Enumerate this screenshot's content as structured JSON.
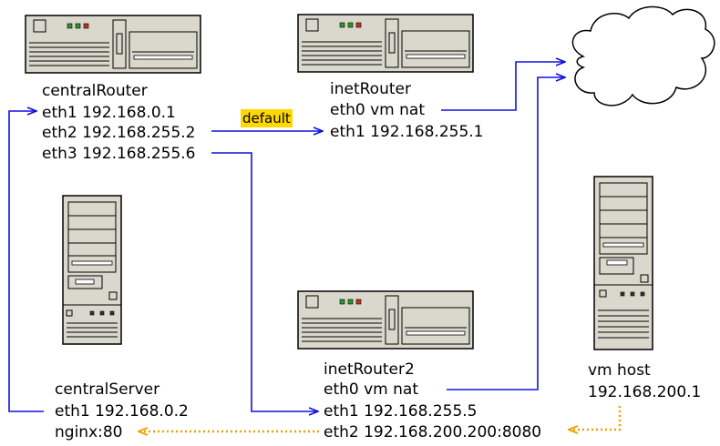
{
  "colors": {
    "link": "#1010e0",
    "dotted_link": "#f0a000",
    "tag_bg": "#ffd800",
    "device_fill": "#dad8cc",
    "device_stroke": "#000000"
  },
  "nodes": {
    "central_router": {
      "name": "centralRouter",
      "lines": [
        "eth1 192.168.0.1",
        "eth2 192.168.255.2",
        "eth3 192.168.255.6"
      ]
    },
    "inet_router": {
      "name": "inetRouter",
      "lines": [
        "eth0 vm nat",
        "eth1 192.168.255.1"
      ]
    },
    "inet_router2": {
      "name": "inetRouter2",
      "lines": [
        "eth0 vm nat",
        "eth1 192.168.255.5",
        "eth2 192.168.200.200:8080"
      ]
    },
    "central_server": {
      "name": "centralServer",
      "lines": [
        "eth1 192.168.0.2",
        "nginx:80"
      ]
    },
    "vm_host": {
      "name": "vm host",
      "lines": [
        "192.168.200.1"
      ]
    }
  },
  "edges": {
    "default_tag": "default"
  },
  "icons": {
    "router": "rack-server-icon",
    "tower": "tower-server-icon",
    "cloud": "cloud-icon"
  }
}
